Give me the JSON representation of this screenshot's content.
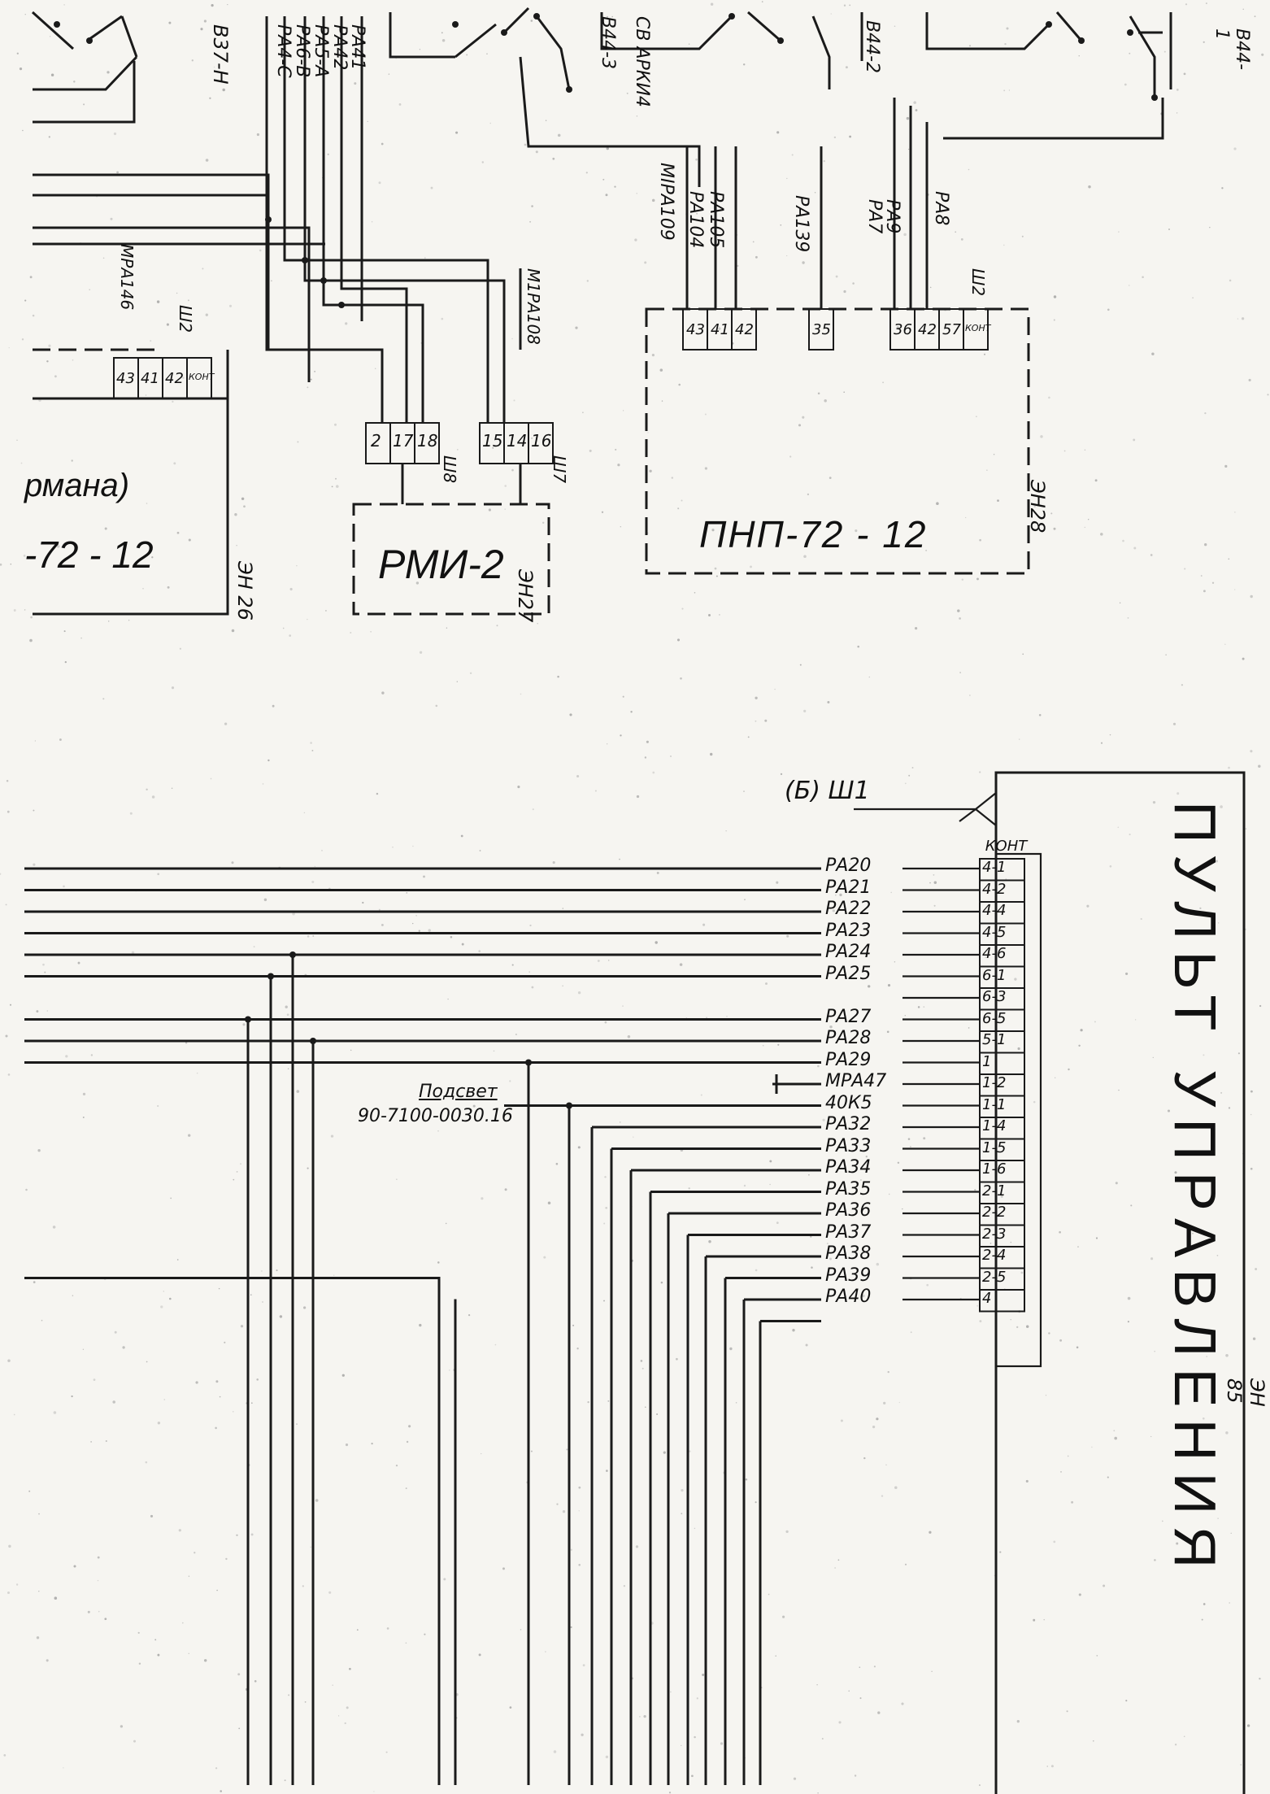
{
  "blocks": {
    "rmi": {
      "name": "РМИ-2",
      "code": "ЭН27",
      "conn_a": "Ш8",
      "conn_b": "Ш7",
      "pins_a": [
        "2",
        "17",
        "18"
      ],
      "pins_b": [
        "15",
        "14",
        "16"
      ],
      "ref": "М1РА108"
    },
    "pnp_right": {
      "name": "ПНП-72 - 12",
      "code": "ЭН28",
      "pins": [
        "43",
        "41",
        "42",
        "35",
        "36",
        "42",
        "57",
        "КОНТ"
      ],
      "conn": "Ш2"
    },
    "pnp_left": {
      "name": "-72 - 12",
      "partial": "рмана)",
      "code": "ЭН 26",
      "pins": [
        "43",
        "41",
        "42",
        "КОНТ"
      ],
      "conn": "Ш2",
      "ref": "МРА146"
    }
  },
  "top_labels": {
    "bundle_mid": [
      "РА41",
      "РА42",
      "РА5-А",
      "РА6-В",
      "РА4-С"
    ],
    "bundle_right": [
      "МIРА109",
      "РА104",
      "РА105",
      "РА139",
      "РА7",
      "РА9",
      "РА8"
    ],
    "switch_names": [
      "В37-Н",
      "В44-3",
      "В44-2",
      "В44-1"
    ],
    "switch_misc": "СВ АРКИ4"
  },
  "panel": {
    "title": "ПУЛЬТ УПРАВЛЕНИЯ",
    "code": "ЭН 85",
    "conn": "(Б) Ш1",
    "header": "КОНТ",
    "contacts": [
      "4-1",
      "4-2",
      "4-4",
      "4-5",
      "4-6",
      "6-1",
      "6-3",
      "6-5",
      "5-1",
      "1",
      "1-2",
      "1-1",
      "1-4",
      "1-5",
      "1-6",
      "2-1",
      "2-2",
      "2-3",
      "2-4",
      "2-5",
      "4"
    ],
    "wires": [
      "РА20",
      "РА21",
      "РА22",
      "РА23",
      "РА24",
      "РА25",
      "",
      "РА27",
      "РА28",
      "РА29",
      "МРА47",
      "40К5",
      "РА32",
      "РА33",
      "РА34",
      "РА35",
      "РА36",
      "РА37",
      "РА38",
      "РА39",
      "РА40"
    ]
  },
  "note": {
    "line1": "Подсвет",
    "line2": "90-7100-0030.16"
  }
}
